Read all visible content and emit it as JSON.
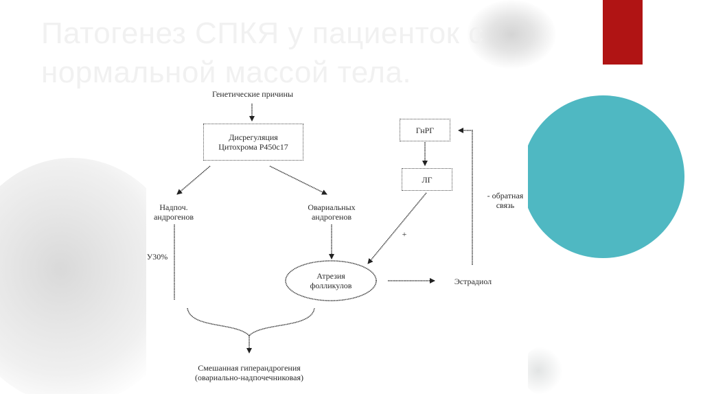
{
  "slide": {
    "title": "Патогенез СПКЯ у пациенток с нормальной массой тела.",
    "colors": {
      "title_text": "#f1f1f1",
      "accent_red": "#b01414",
      "accent_teal": "#4fb8c2"
    }
  },
  "diagram": {
    "nodes": {
      "genetic_causes": "Генетические причины",
      "dysregulation_line1": "Дисрегуляция",
      "dysregulation_line2": "Цитохрома Р450с17",
      "adrenal_line1": "Надпоч.",
      "adrenal_line2": "андрогенов",
      "ovarian_line1": "Овариальных",
      "ovarian_line2": "андрогенов",
      "atresia_line1": "Атрезия",
      "atresia_line2": "фолликулов",
      "gnrh": "ГнРГ",
      "lh": "ЛГ",
      "estradiol": "Эстрадиол",
      "mixed_line1": "Смешанная гиперандрогения",
      "mixed_line2": "(овариально-надпочечниковая)"
    },
    "labels": {
      "increase": "У30%",
      "plus": "+",
      "feedback_line1": "- обратная",
      "feedback_line2": "связь"
    }
  }
}
